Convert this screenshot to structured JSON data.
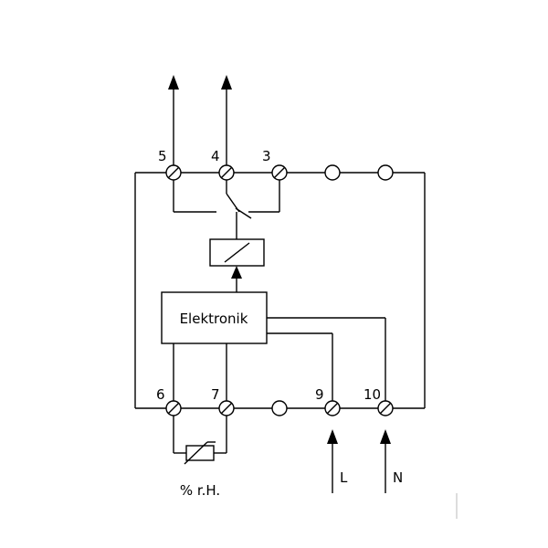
{
  "electronics": {
    "label": "Elektronik"
  },
  "top_terminals": [
    {
      "label": "5"
    },
    {
      "label": "4"
    },
    {
      "label": "3"
    }
  ],
  "bottom_terminals": [
    {
      "label": "6"
    },
    {
      "label": "7"
    },
    {
      "label": "9"
    },
    {
      "label": "10"
    }
  ],
  "sensor": {
    "label": "% r.H."
  },
  "supply": {
    "line_label": "L",
    "neutral_label": "N"
  }
}
